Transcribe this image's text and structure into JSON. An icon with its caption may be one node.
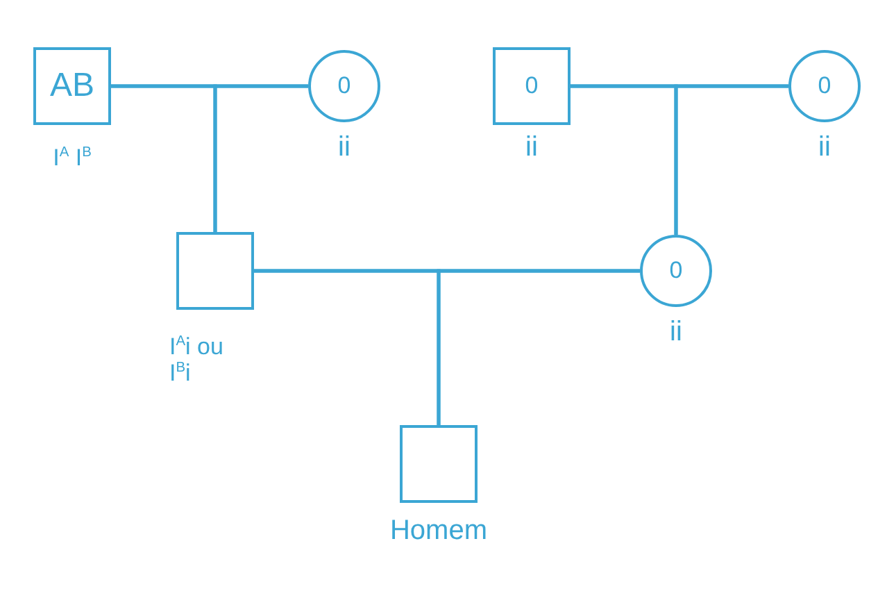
{
  "diagram": {
    "nodes": [
      {
        "text": [
          "AB"
        ],
        "beside": [
          "I$^{A}$ I$^{B}$"
        ]
      },
      {
        "text": [
          "0"
        ],
        "beside": [
          "ii"
        ]
      },
      {
        "text": [
          "0"
        ],
        "beside": [
          "ii"
        ]
      },
      {
        "text": [
          "0"
        ],
        "beside": [
          "ii"
        ]
      },
      {
        "text": [],
        "shape": "box",
        "beside": [
          "I$^{A}$i ou I$^{B}$i"
        ]
      },
      {
        "text": [
          "0"
        ],
        "beside": [
          "ii"
        ]
      },
      {
        "text": [],
        "shape": "box",
        "beside": [
          "Homem"
        ]
      }
    ],
    "edges": [
      {
        "from": 0,
        "to": 1,
        "arrow": "none"
      },
      {
        "from": 0,
        "to": 4,
        "arrow": "none"
      },
      {
        "from": 1,
        "to": 4,
        "arrow": "none"
      },
      {
        "from": 2,
        "to": 3,
        "arrow": "none"
      },
      {
        "from": 2,
        "to": 5,
        "arrow": "none"
      },
      {
        "from": 3,
        "to": 5,
        "arrow": "none"
      },
      {
        "from": 4,
        "to": 5,
        "arrow": "none"
      },
      {
        "from": 4,
        "to": 6,
        "arrow": "none"
      },
      {
        "from": 5,
        "to": 6,
        "arrow": "none"
      }
    ]
  }
}
